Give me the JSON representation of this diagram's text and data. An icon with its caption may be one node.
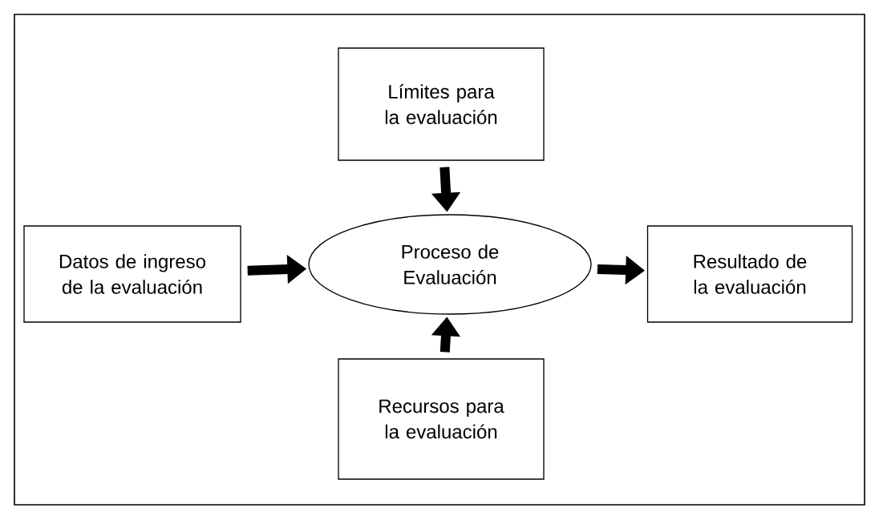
{
  "diagram": {
    "nodes": [
      {
        "text": [
          "Límites para la evaluación"
        ]
      },
      {
        "text": [
          "Datos de ingreso de la evaluación"
        ]
      },
      {
        "text": [
          "Proceso de Evaluación"
        ]
      },
      {
        "text": [
          "Resultado de la evaluación"
        ]
      },
      {
        "text": [
          "Recursos para la evaluación"
        ]
      }
    ],
    "edges": [
      {
        "from": 0,
        "to": 2,
        "arrow": "to"
      },
      {
        "from": 1,
        "to": 2,
        "arrow": "to"
      },
      {
        "from": 2,
        "to": 3,
        "arrow": "to"
      },
      {
        "from": 4,
        "to": 2,
        "arrow": "to"
      }
    ]
  }
}
